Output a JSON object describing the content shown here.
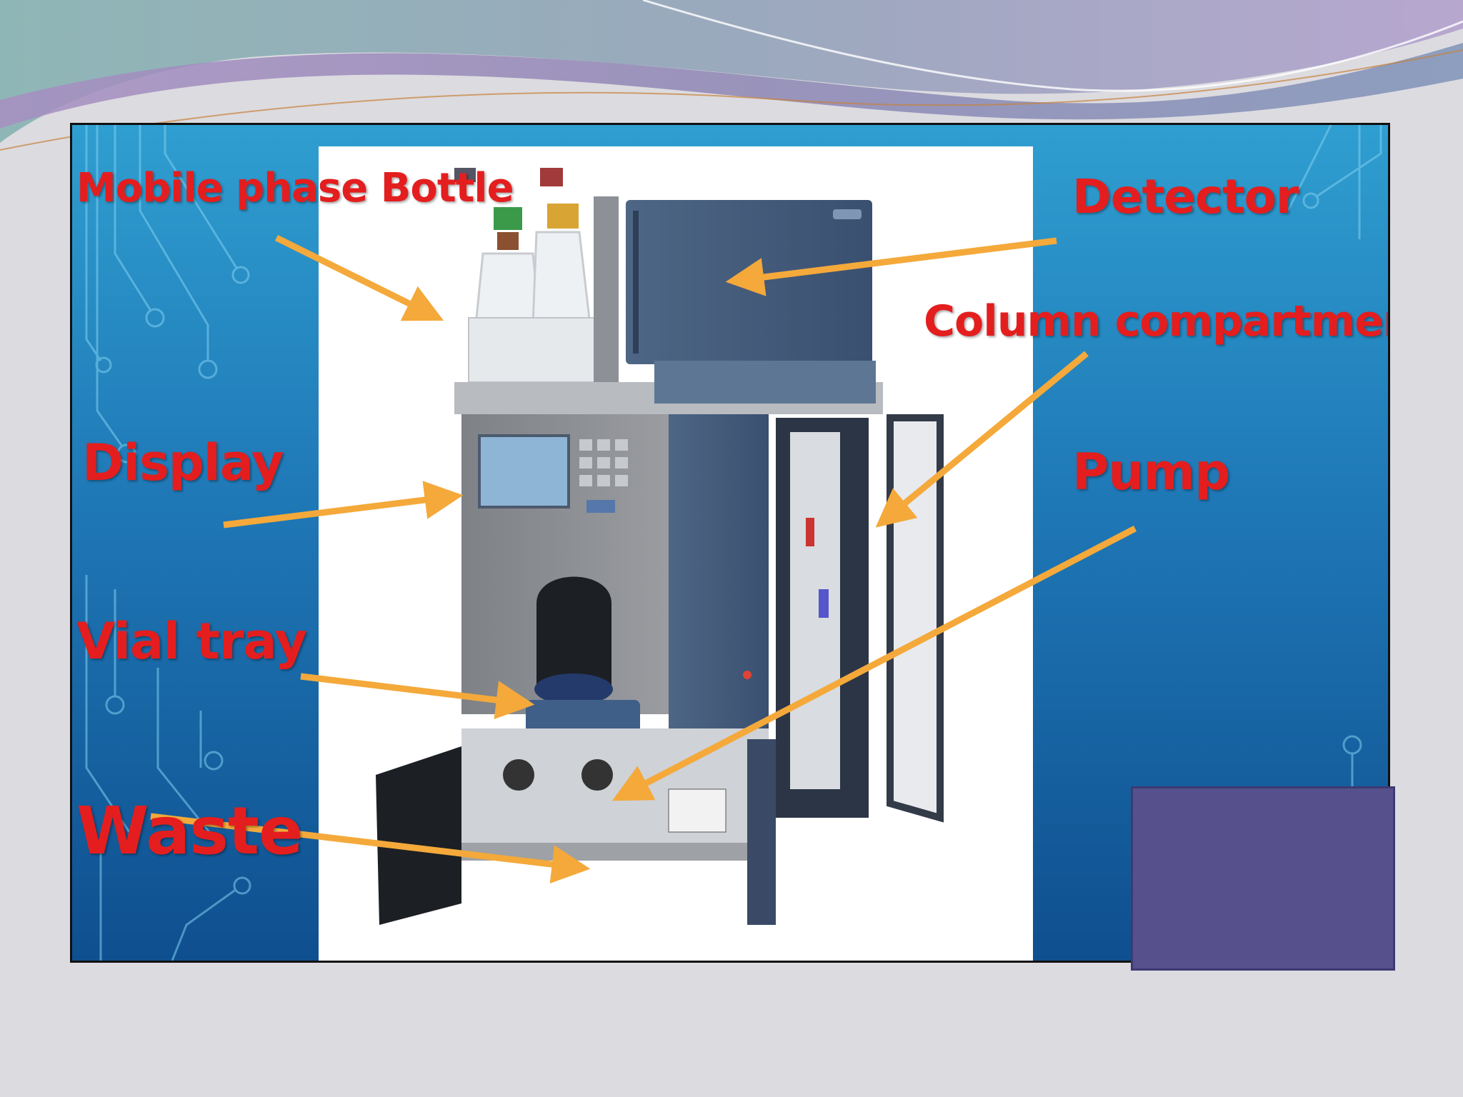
{
  "labels": {
    "mobile_phase_bottle": "Mobile phase Bottle",
    "detector": "Detector",
    "column_compartment": "Column compartment",
    "display": "Display",
    "pump": "Pump",
    "vial_tray": "Vial tray",
    "waste": "Waste"
  },
  "colors": {
    "label_text": "#e41e1e",
    "arrow": "#f4a93a",
    "background_top": "#2f9ed0",
    "background_bottom": "#0f4f8f",
    "slide_background": "#dcdbe0",
    "purple_box": "#56508c"
  }
}
